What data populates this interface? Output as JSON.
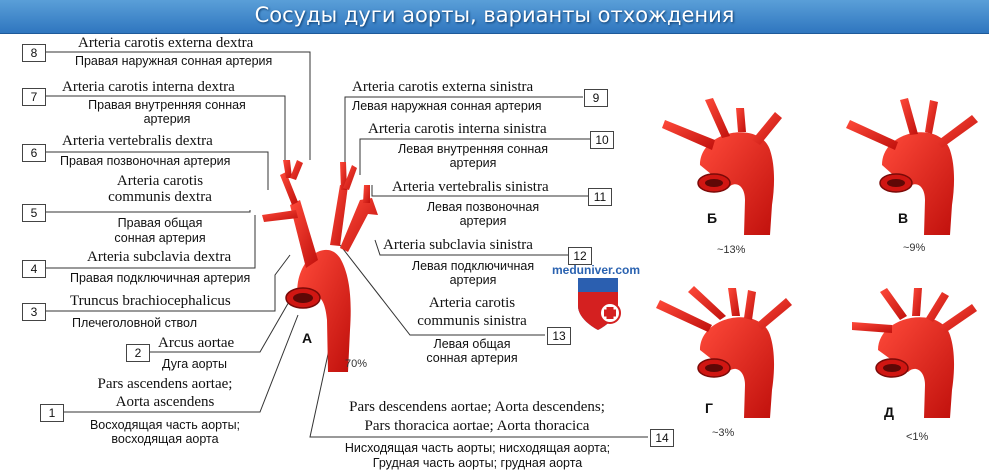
{
  "title": "Сосуды дуги аорты, варианты отхождения",
  "brand": "meduniver.com",
  "labels": [
    {
      "n": "8",
      "la": "Arteria carotis externa dextra",
      "ru": "Правая наружная сонная артерия"
    },
    {
      "n": "7",
      "la": "Arteria carotis interna dextra",
      "ru1": "Правая внутренняя сонная",
      "ru2": "артерия"
    },
    {
      "n": "6",
      "la": "Arteria vertebralis dextra",
      "ru": "Правая позвоночная артерия"
    },
    {
      "n": "5",
      "la1": "Arteria carotis",
      "la2": "communis dextra",
      "ru1": "Правая общая",
      "ru2": "сонная артерия"
    },
    {
      "n": "4",
      "la": "Arteria subclavia dextra",
      "ru": "Правая подключичная артерия"
    },
    {
      "n": "3",
      "la": "Truncus brachiocephalicus",
      "ru": "Плечеголовной ствол"
    },
    {
      "n": "2",
      "la": "Arcus aortae",
      "ru": "Дуга аорты"
    },
    {
      "n": "1",
      "la1": "Pars ascendens aortae;",
      "la2": "Aorta ascendens",
      "ru1": "Восходящая часть аорты;",
      "ru2": "восходящая аорта"
    },
    {
      "n": "9",
      "la": "Arteria carotis externa sinistra",
      "ru": "Левая наружная сонная артерия"
    },
    {
      "n": "10",
      "la": "Arteria carotis interna sinistra",
      "ru1": "Левая внутренняя сонная",
      "ru2": "артерия"
    },
    {
      "n": "11",
      "la": "Arteria vertebralis sinistra",
      "ru1": "Левая позвоночная",
      "ru2": "артерия"
    },
    {
      "n": "12",
      "la": "Arteria subclavia sinistra",
      "ru1": "Левая подключичная",
      "ru2": "артерия"
    },
    {
      "n": "13",
      "la1": "Arteria carotis",
      "la2": "communis sinistra",
      "ru1": "Левая общая",
      "ru2": "сонная артерия"
    },
    {
      "n": "14",
      "la1": "Pars descendens aortae; Aorta descendens;",
      "la2": "Pars thoracica aortae; Aorta thoracica",
      "ru1": "Нисходящая часть аорты; нисходящая аорта;",
      "ru2": "Грудная часть аорты; грудная аорта"
    }
  ],
  "variants": [
    {
      "letter": "А",
      "pct": "70%"
    },
    {
      "letter": "Б",
      "pct": "~13%"
    },
    {
      "letter": "В",
      "pct": "~9%"
    },
    {
      "letter": "Г",
      "pct": "~3%"
    },
    {
      "letter": "Д",
      "pct": "<1%"
    }
  ],
  "colors": {
    "vessel": "#e8201c",
    "vessel_dark": "#a80f0c",
    "title_bg": "#3b82c9"
  }
}
